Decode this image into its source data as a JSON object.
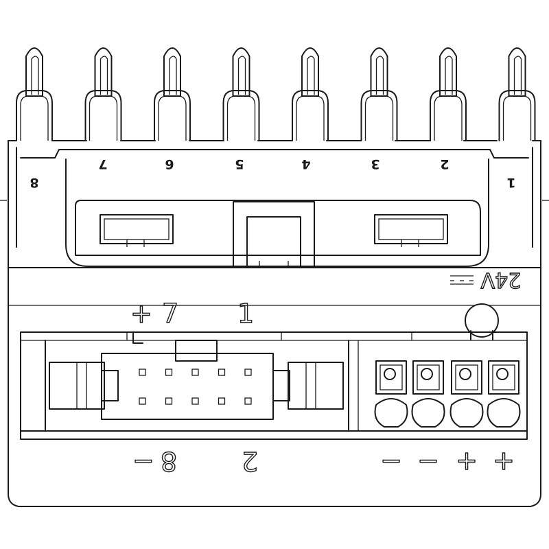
{
  "fork_numbers": [
    "8",
    "7",
    "6",
    "5",
    "4",
    "3",
    "2",
    "1"
  ],
  "voltage_label": "24V",
  "header_top": {
    "plus": "+",
    "pin_a": "7",
    "pin_b": "1"
  },
  "header_bottom": {
    "minus": "−",
    "pin_a": "8",
    "pin_b": "2"
  },
  "terminal_signs": [
    "−",
    "−",
    "+",
    "+"
  ],
  "header_pins": {
    "rows": 2,
    "columns": 5
  },
  "terminal_count": 4,
  "colors": {
    "line": "#1a1a1a",
    "background": "#ffffff"
  }
}
